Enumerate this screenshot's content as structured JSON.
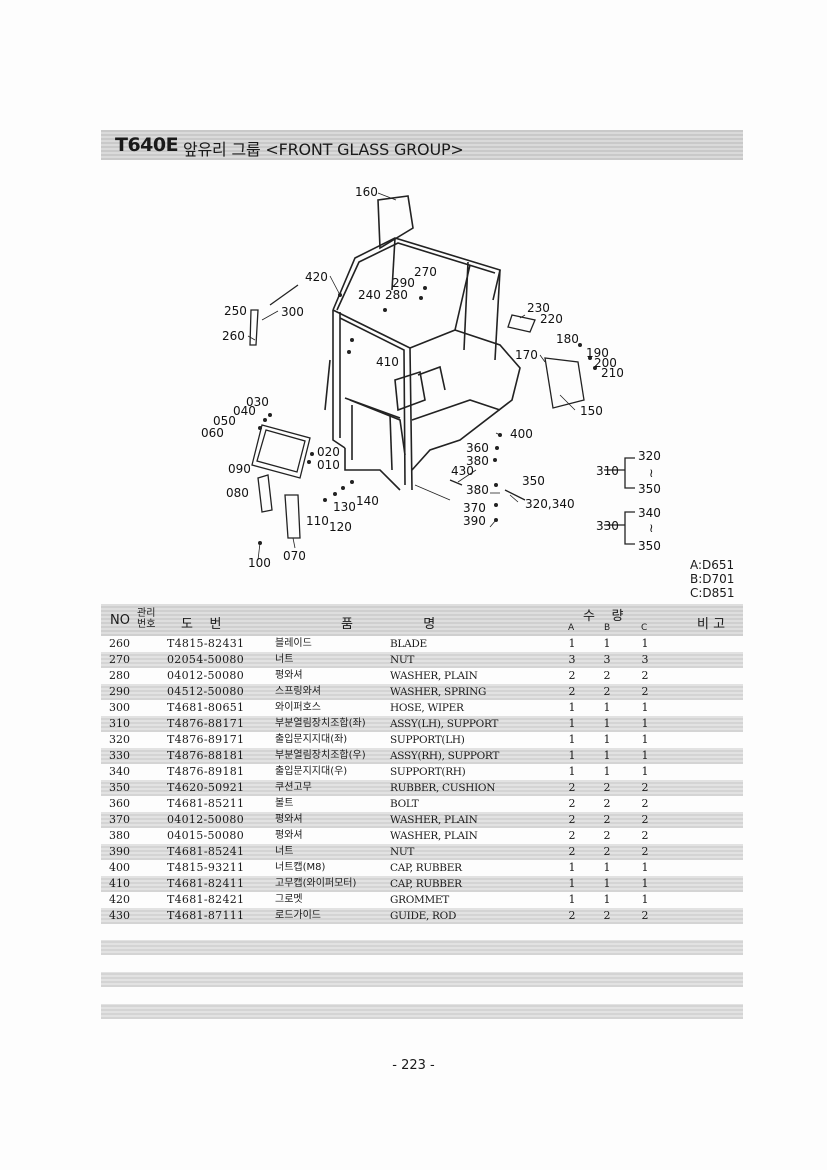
{
  "header": {
    "model": "T640E",
    "title": "앞유리 그룹 <FRONT GLASS GROUP>"
  },
  "diagram": {
    "callouts": [
      "160",
      "420",
      "270",
      "290",
      "240",
      "280",
      "250",
      "300",
      "260",
      "230",
      "220",
      "410",
      "180",
      "170",
      "190",
      "200",
      "210",
      "030",
      "040",
      "050",
      "060",
      "150",
      "400",
      "320",
      "020",
      "360",
      "310",
      "010",
      "380",
      "090",
      "430",
      "350",
      "350",
      "080",
      "380",
      "140",
      "130",
      "370",
      "320,340",
      "340",
      "110",
      "120",
      "390",
      "330",
      "350",
      "100",
      "070"
    ]
  },
  "legend": [
    "A:D651",
    "B:D701",
    "C:D851"
  ],
  "table": {
    "headers": {
      "no": "NO",
      "mgmt_top": "관리",
      "mgmt_bottom": "번호",
      "drawing": "도    번",
      "name": "품                 명",
      "qty": "수    량",
      "note": "비 고",
      "a": "A",
      "b": "B",
      "c": "C"
    },
    "rows": [
      {
        "no": "260",
        "part": "T4815-82431",
        "kor": "블레이드",
        "eng": "BLADE",
        "a": "1",
        "b": "1",
        "c": "1"
      },
      {
        "no": "270",
        "part": "02054-50080",
        "kor": "너트",
        "eng": "NUT",
        "a": "3",
        "b": "3",
        "c": "3"
      },
      {
        "no": "280",
        "part": "04012-50080",
        "kor": "평와셔",
        "eng": "WASHER, PLAIN",
        "a": "2",
        "b": "2",
        "c": "2"
      },
      {
        "no": "290",
        "part": "04512-50080",
        "kor": "스프링와셔",
        "eng": "WASHER, SPRING",
        "a": "2",
        "b": "2",
        "c": "2"
      },
      {
        "no": "300",
        "part": "T4681-80651",
        "kor": "와이퍼호스",
        "eng": "HOSE, WIPER",
        "a": "1",
        "b": "1",
        "c": "1"
      },
      {
        "no": "310",
        "part": "T4876-88171",
        "kor": "부분열림장치조합(좌)",
        "eng": "ASSY(LH), SUPPORT",
        "a": "1",
        "b": "1",
        "c": "1"
      },
      {
        "no": "320",
        "part": "T4876-89171",
        "kor": "출입문지지대(좌)",
        "eng": "SUPPORT(LH)",
        "a": "1",
        "b": "1",
        "c": "1"
      },
      {
        "no": "330",
        "part": "T4876-88181",
        "kor": "부분열림장치조합(우)",
        "eng": "ASSY(RH), SUPPORT",
        "a": "1",
        "b": "1",
        "c": "1"
      },
      {
        "no": "340",
        "part": "T4876-89181",
        "kor": "출입문지지대(우)",
        "eng": "SUPPORT(RH)",
        "a": "1",
        "b": "1",
        "c": "1"
      },
      {
        "no": "350",
        "part": "T4620-50921",
        "kor": "쿠션고무",
        "eng": "RUBBER, CUSHION",
        "a": "2",
        "b": "2",
        "c": "2"
      },
      {
        "no": "360",
        "part": "T4681-85211",
        "kor": "볼트",
        "eng": "BOLT",
        "a": "2",
        "b": "2",
        "c": "2"
      },
      {
        "no": "370",
        "part": "04012-50080",
        "kor": "평와셔",
        "eng": "WASHER, PLAIN",
        "a": "2",
        "b": "2",
        "c": "2"
      },
      {
        "no": "380",
        "part": "04015-50080",
        "kor": "평와셔",
        "eng": "WASHER, PLAIN",
        "a": "2",
        "b": "2",
        "c": "2"
      },
      {
        "no": "390",
        "part": "T4681-85241",
        "kor": "너트",
        "eng": "NUT",
        "a": "2",
        "b": "2",
        "c": "2"
      },
      {
        "no": "400",
        "part": "T4815-93211",
        "kor": "너트캡(M8)",
        "eng": "CAP, RUBBER",
        "a": "1",
        "b": "1",
        "c": "1"
      },
      {
        "no": "410",
        "part": "T4681-82411",
        "kor": "고무캡(와이퍼모터)",
        "eng": "CAP, RUBBER",
        "a": "1",
        "b": "1",
        "c": "1"
      },
      {
        "no": "420",
        "part": "T4681-82421",
        "kor": "그로멧",
        "eng": "GROMMET",
        "a": "1",
        "b": "1",
        "c": "1"
      },
      {
        "no": "430",
        "part": "T4681-87111",
        "kor": "로드가이드",
        "eng": "GUIDE, ROD",
        "a": "2",
        "b": "2",
        "c": "2"
      }
    ]
  },
  "footer": {
    "page_number": "- 223 -"
  }
}
